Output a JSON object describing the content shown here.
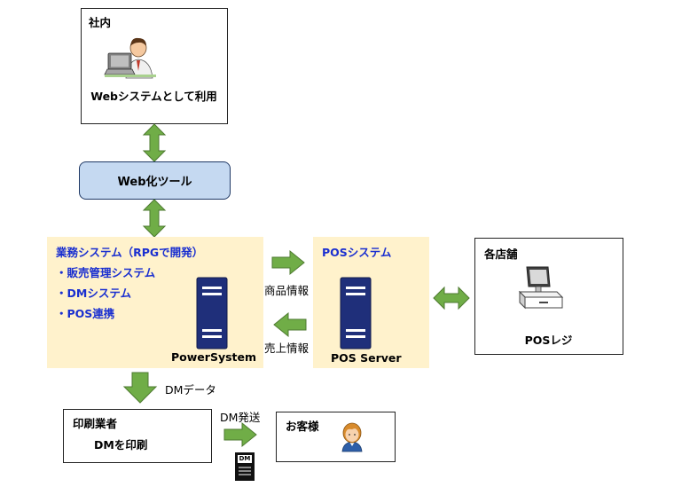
{
  "internal": {
    "title": "社内",
    "caption": "Webシステムとして利用"
  },
  "web_tool": {
    "label": "Web化ツール"
  },
  "business_system": {
    "title": "業務システム（RPGで開発）",
    "items": [
      "・販売管理システム",
      "・DMシステム",
      "・POS連携"
    ],
    "server_label": "PowerSystem"
  },
  "pos_system": {
    "title": "POSシステム",
    "server_label": "POS Server"
  },
  "flows": {
    "product_info": "商品情報",
    "sales_info": "売上情報",
    "dm_data": "DMデータ",
    "dm_send": "DM発送"
  },
  "stores": {
    "title": "各店舗",
    "caption": "POSレジ"
  },
  "printer": {
    "title": "印刷業者",
    "caption": "DMを印刷"
  },
  "customer": {
    "title": "お客様"
  },
  "dm_leaflet": {
    "text": "DM"
  },
  "colors": {
    "arrow_green": "#70ad47",
    "arrow_stroke": "#4e7a30",
    "panel_fill": "#fff2cc",
    "tool_fill": "#c5d9f1",
    "server_navy": "#1f2f7a",
    "title_blue": "#1a2fd0"
  }
}
